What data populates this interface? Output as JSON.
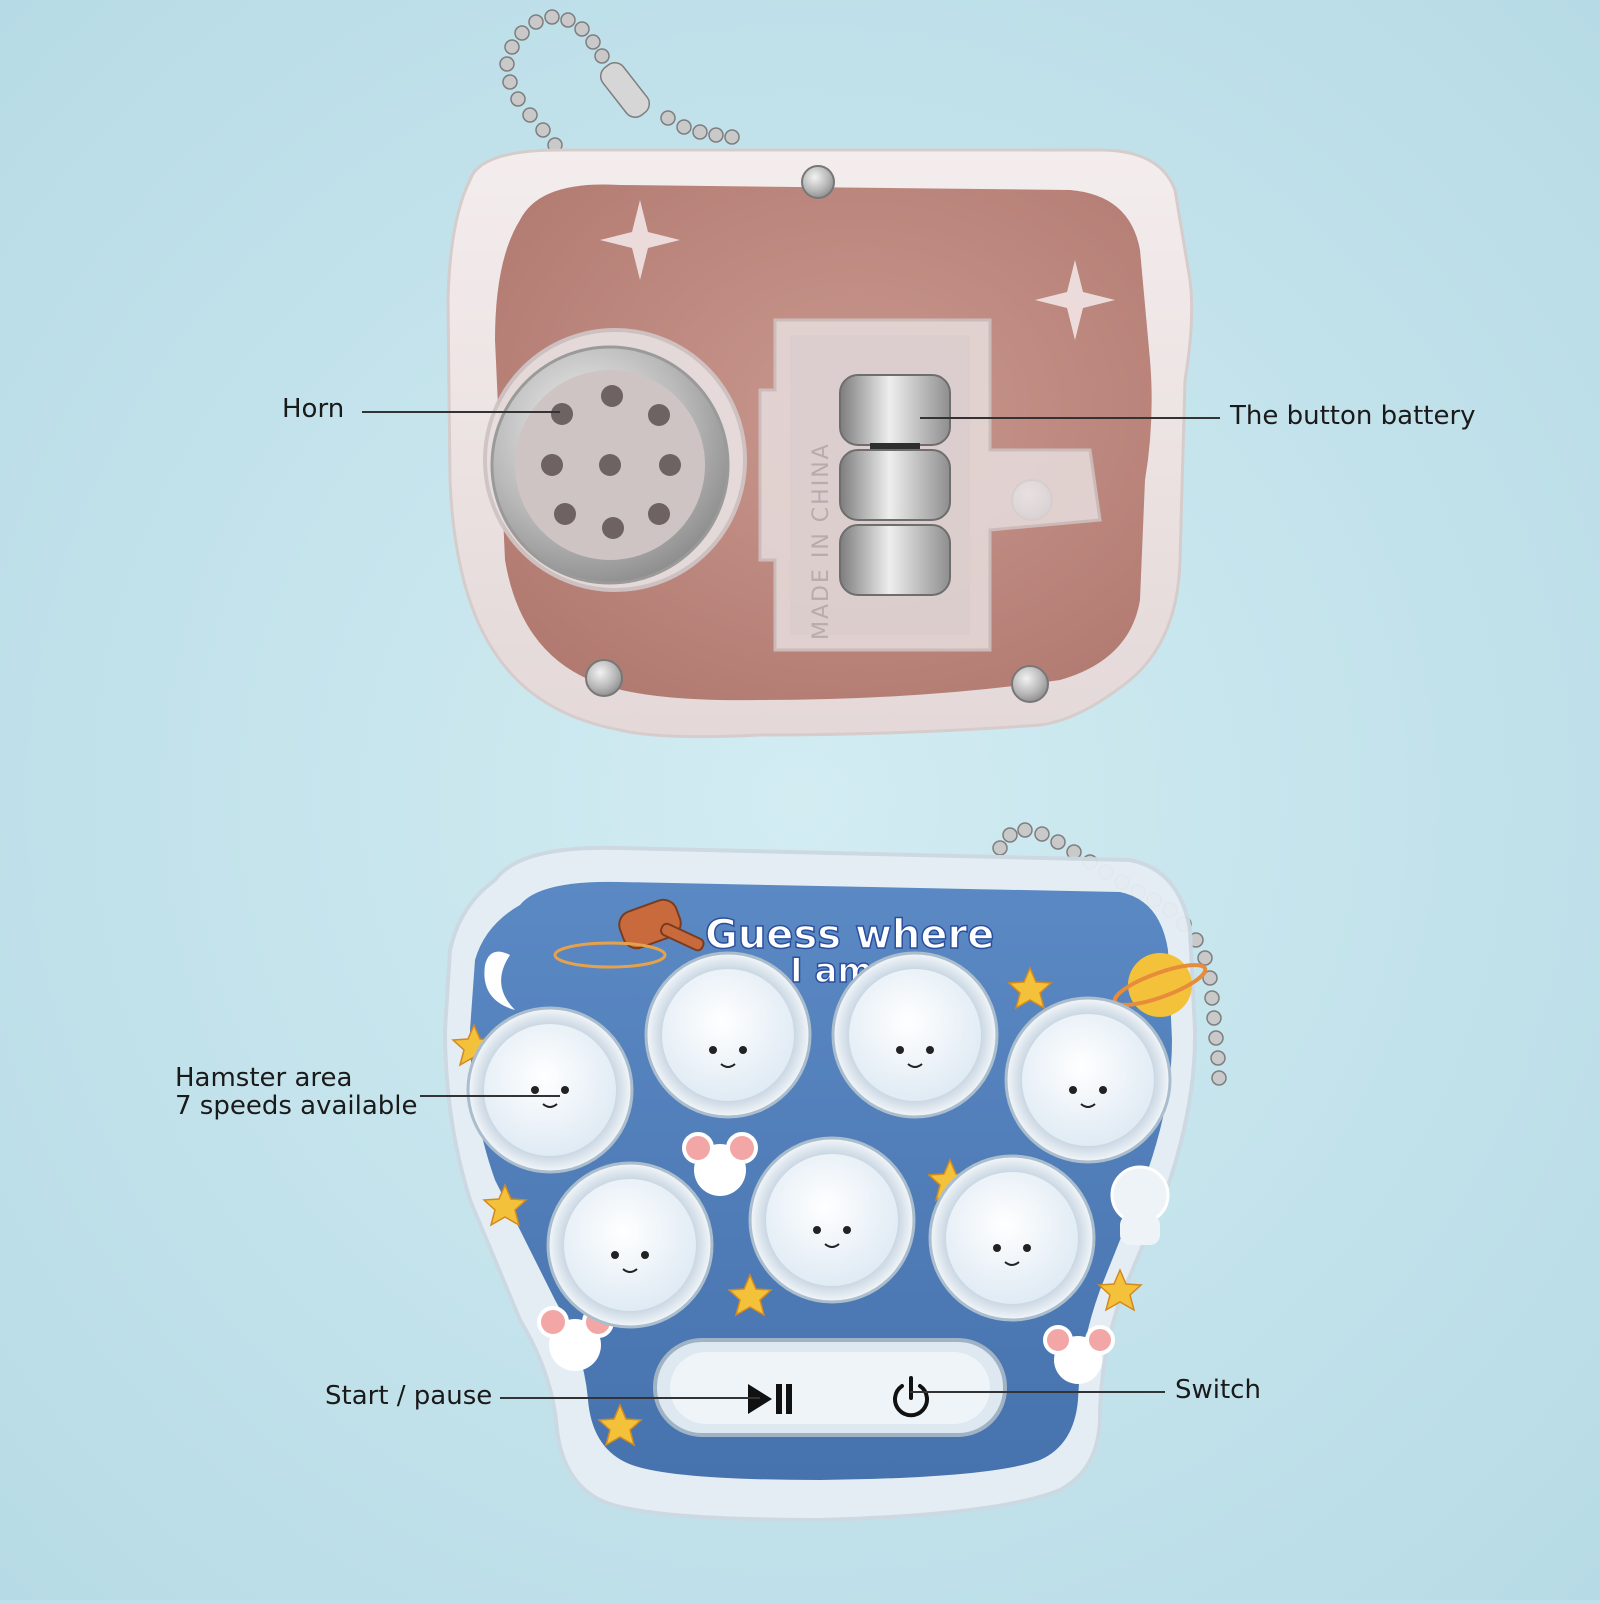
{
  "annotations": {
    "horn": "Horn",
    "battery": "The button battery",
    "hamster_area_line1": "Hamster area",
    "hamster_area_line2": "7 speeds available",
    "start_pause": "Start / pause",
    "switch": "Switch"
  },
  "device_back": {
    "stamp": "MADE IN CHINA"
  },
  "device_front": {
    "title_line1": "Guess where",
    "title_line2": "I am",
    "hamster_button_count": 7
  },
  "colors": {
    "background": "#bfe0ea",
    "back_shell": "#e9dede",
    "back_inner": "#b87a6e",
    "front_panel": "#4f7cb8",
    "hamster_face": "#ffffff",
    "title_text": "#ffffff",
    "title_accent": "#2b4f9e"
  },
  "icons": {
    "play_pause": "play-pause-icon",
    "power": "power-icon"
  }
}
